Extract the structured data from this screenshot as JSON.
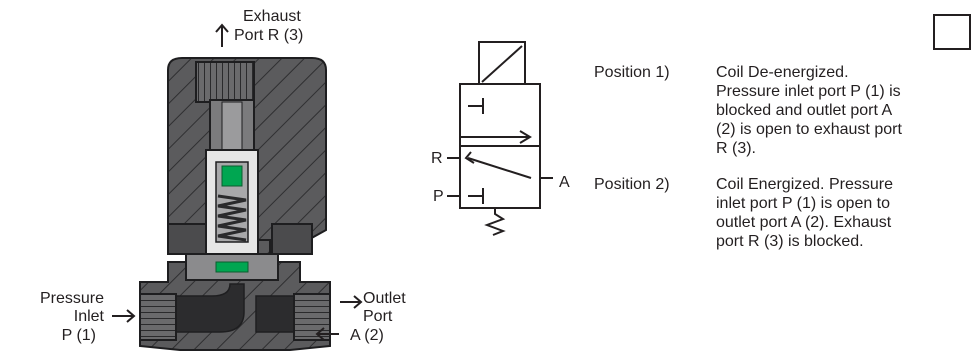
{
  "labels": {
    "exhaust": [
      "Exhaust",
      "Port R (3)"
    ],
    "inlet": [
      "Pressure",
      "Inlet",
      "P (1)"
    ],
    "outlet": [
      "Outlet",
      "Port",
      "A (2)"
    ]
  },
  "schematic": {
    "r": "R",
    "p": "P",
    "a": "A"
  },
  "positions": [
    {
      "label": "Position 1)",
      "text": "Coil De-energized.\nPressure inlet port P (1) is\nblocked and outlet port A\n(2) is open to exhaust port\nR (3)."
    },
    {
      "label": "Position 2)",
      "text": "Coil Energized. Pressure\ninlet port P (1) is open to\noutlet port A (2). Exhaust\nport R (3) is blocked."
    }
  ],
  "colors": {
    "body": "#58585a",
    "hatch": "#3a3a3c",
    "seat": "#00a651",
    "spring": "#d9d9d9"
  },
  "icons": {
    "arrows": "arrow-icon",
    "checkbox": "checkbox-icon"
  }
}
